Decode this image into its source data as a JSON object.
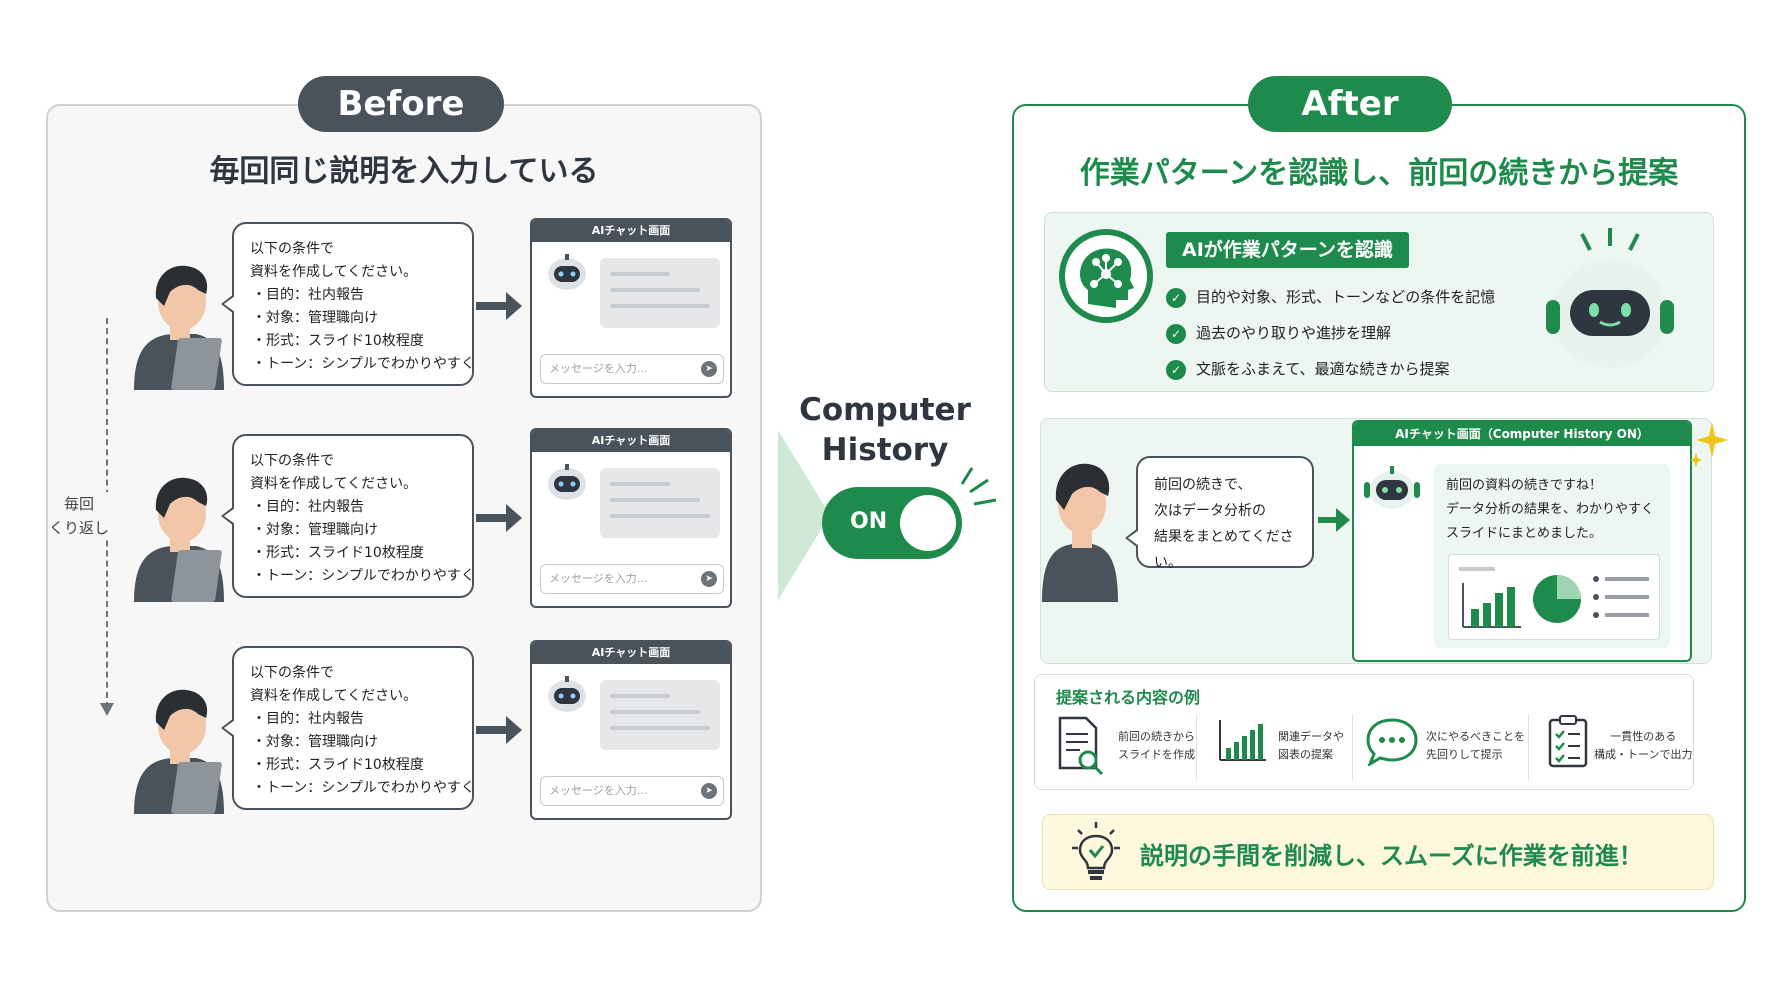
{
  "colors": {
    "green": "#1e8a4c",
    "gray": "#4a535c",
    "panel_bg": "#f7f7f7",
    "green_bg": "#eef6f1",
    "yellow_bg": "#fdf7dd"
  },
  "before": {
    "badge": "Before",
    "title": "毎回同じ説明を入力している",
    "side_label_1": "毎回",
    "side_label_2": "くり返し",
    "rows": [
      {
        "line1": "以下の条件で",
        "line2": "資料を作成してください。",
        "items": [
          "・目的：社内報告",
          "・対象：管理職向け",
          "・形式：スライド10枚程度",
          "・トーン：シンプルでわかりやすく"
        ],
        "chat_title": "AIチャット画面",
        "chat_placeholder": "メッセージを入力..."
      },
      {
        "line1": "以下の条件で",
        "line2": "資料を作成してください。",
        "items": [
          "・目的：社内報告",
          "・対象：管理職向け",
          "・形式：スライド10枚程度",
          "・トーン：シンプルでわかりやすく"
        ],
        "chat_title": "AIチャット画面",
        "chat_placeholder": "メッセージを入力..."
      },
      {
        "line1": "以下の条件で",
        "line2": "資料を作成してください。",
        "items": [
          "・目的：社内報告",
          "・対象：管理職向け",
          "・形式：スライド10枚程度",
          "・トーン：シンプルでわかりやすく"
        ],
        "chat_title": "AIチャット画面",
        "chat_placeholder": "メッセージを入力..."
      }
    ]
  },
  "middle": {
    "label_1": "Computer",
    "label_2": "History",
    "toggle": "ON"
  },
  "after": {
    "badge": "After",
    "title": "作業パターンを認識し、前回の続きから提案",
    "recognize_badge": "AIが作業パターンを認識",
    "checks": [
      "目的や対象、形式、トーンなどの条件を記憶",
      "過去のやり取りや進捗を理解",
      "文脈をふまえて、最適な続きから提案"
    ],
    "user_bubble": [
      "前回の続きで、",
      "次はデータ分析の",
      "結果をまとめてください。"
    ],
    "chat_title": "AIチャット画面（Computer History ON）",
    "ai_reply": [
      "前回の資料の続きですね！",
      "データ分析の結果を、わかりやすく",
      "スライドにまとめました。"
    ],
    "examples_title": "提案される内容の例",
    "examples": [
      {
        "l1": "前回の続きから",
        "l2": "スライドを作成"
      },
      {
        "l1": "関連データや",
        "l2": "図表の提案"
      },
      {
        "l1": "次にやるべきことを",
        "l2": "先回りして提示"
      },
      {
        "l1": "一貫性のある",
        "l2": "構成・トーンで出力"
      }
    ],
    "conclusion": "説明の手間を削減し、スムーズに作業を前進！"
  }
}
